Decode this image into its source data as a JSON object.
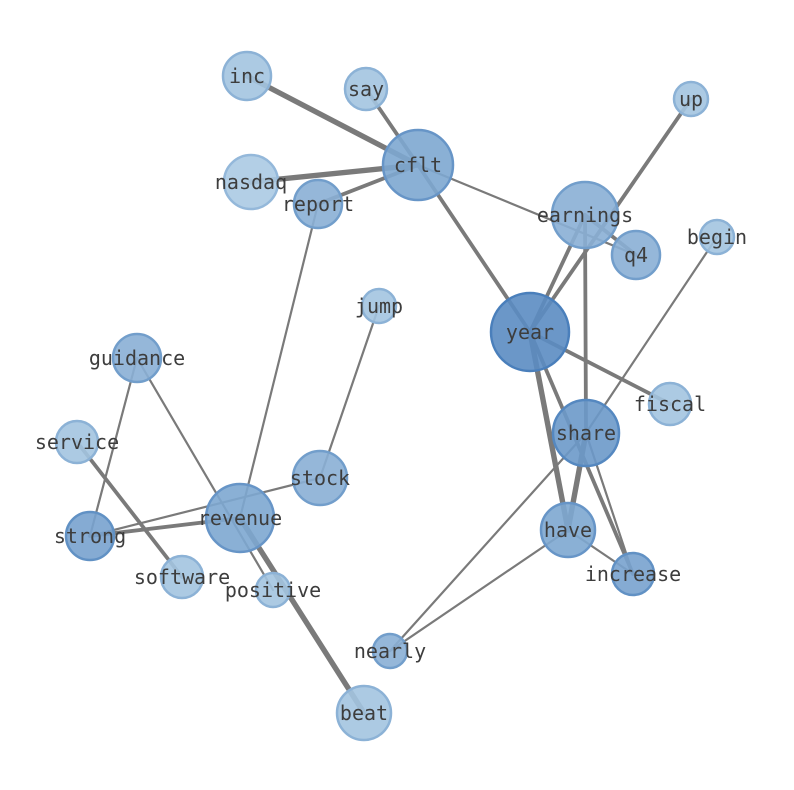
{
  "nodes": [
    {
      "id": "inc",
      "label": "inc",
      "level": 0.22
    },
    {
      "id": "say",
      "label": "say",
      "level": 0.22
    },
    {
      "id": "up",
      "label": "up",
      "level": 0.22
    },
    {
      "id": "cflt",
      "label": "cflt",
      "level": 0.55
    },
    {
      "id": "nasdaq",
      "label": "nasdaq",
      "level": 0.15
    },
    {
      "id": "report",
      "label": "report",
      "level": 0.45
    },
    {
      "id": "earnings",
      "label": "earnings",
      "level": 0.45
    },
    {
      "id": "q4",
      "label": "q4",
      "level": 0.45
    },
    {
      "id": "begin",
      "label": "begin",
      "level": 0.22
    },
    {
      "id": "jump",
      "label": "jump",
      "level": 0.22
    },
    {
      "id": "year",
      "label": "year",
      "level": 0.85
    },
    {
      "id": "guidance",
      "label": "guidance",
      "level": 0.45
    },
    {
      "id": "fiscal",
      "label": "fiscal",
      "level": 0.22
    },
    {
      "id": "share",
      "label": "share",
      "level": 0.7
    },
    {
      "id": "service",
      "label": "service",
      "level": 0.22
    },
    {
      "id": "stock",
      "label": "stock",
      "level": 0.45
    },
    {
      "id": "revenue",
      "label": "revenue",
      "level": 0.55
    },
    {
      "id": "have",
      "label": "have",
      "level": 0.55
    },
    {
      "id": "strong",
      "label": "strong",
      "level": 0.6
    },
    {
      "id": "software",
      "label": "software",
      "level": 0.22
    },
    {
      "id": "increase",
      "label": "increase",
      "level": 0.6
    },
    {
      "id": "positive",
      "label": "positive",
      "level": 0.22
    },
    {
      "id": "nearly",
      "label": "nearly",
      "level": 0.45
    },
    {
      "id": "beat",
      "label": "beat",
      "level": 0.22
    }
  ],
  "edges": [
    {
      "source": "inc",
      "target": "cflt",
      "weight": 3
    },
    {
      "source": "nasdaq",
      "target": "cflt",
      "weight": 3
    },
    {
      "source": "say",
      "target": "cflt",
      "weight": 2
    },
    {
      "source": "cflt",
      "target": "report",
      "weight": 2
    },
    {
      "source": "cflt",
      "target": "year",
      "weight": 2
    },
    {
      "source": "cflt",
      "target": "q4",
      "weight": 1
    },
    {
      "source": "earnings",
      "target": "q4",
      "weight": 2
    },
    {
      "source": "earnings",
      "target": "year",
      "weight": 2
    },
    {
      "source": "earnings",
      "target": "share",
      "weight": 2
    },
    {
      "source": "up",
      "target": "year",
      "weight": 2
    },
    {
      "source": "begin",
      "target": "share",
      "weight": 1
    },
    {
      "source": "year",
      "target": "fiscal",
      "weight": 2
    },
    {
      "source": "year",
      "target": "have",
      "weight": 3
    },
    {
      "source": "year",
      "target": "increase",
      "weight": 2
    },
    {
      "source": "share",
      "target": "have",
      "weight": 3
    },
    {
      "source": "share",
      "target": "increase",
      "weight": 1
    },
    {
      "source": "share",
      "target": "nearly",
      "weight": 1
    },
    {
      "source": "have",
      "target": "nearly",
      "weight": 1
    },
    {
      "source": "have",
      "target": "increase",
      "weight": 1
    },
    {
      "source": "jump",
      "target": "stock",
      "weight": 1
    },
    {
      "source": "report",
      "target": "revenue",
      "weight": 1
    },
    {
      "source": "guidance",
      "target": "strong",
      "weight": 1
    },
    {
      "source": "guidance",
      "target": "positive",
      "weight": 1
    },
    {
      "source": "service",
      "target": "software",
      "weight": 2
    },
    {
      "source": "strong",
      "target": "revenue",
      "weight": 2
    },
    {
      "source": "strong",
      "target": "stock",
      "weight": 1
    },
    {
      "source": "revenue",
      "target": "beat",
      "weight": 3
    }
  ],
  "colors": {
    "edge": "#7a7a7a",
    "node_light": "#bcd7ea",
    "node_dark": "#4a7fbb",
    "label": "#3d3d3d",
    "background": "#ffffff"
  }
}
